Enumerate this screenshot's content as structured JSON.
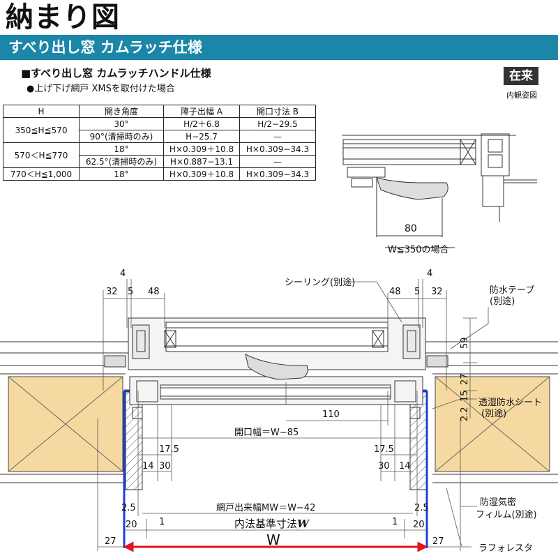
{
  "page": {
    "title": "納まり図",
    "banner": "すべり出し窓 カムラッチ仕様",
    "heading": "■すべり出し窓 カムラッチハンドル仕様",
    "subnote": "●上げ下げ網戸 XMSを取付けた場合",
    "badge": "在来",
    "badge_sub": "内観姿図"
  },
  "table": {
    "headers": [
      "H",
      "開き角度",
      "障子出幅 A",
      "開口寸法 B"
    ],
    "rows": [
      {
        "h": "350≦H≦570",
        "angle": "30°",
        "a": "H/2＋6.8",
        "b": "H/2−29.5"
      },
      {
        "h": "",
        "angle": "90°(清掃時のみ)",
        "a": "H−25.7",
        "b": "—"
      },
      {
        "h": "570＜H≦770",
        "angle": "18°",
        "a": "H×0.309＋10.8",
        "b": "H×0.309−34.3"
      },
      {
        "h": "",
        "angle": "62.5°(清掃時のみ)",
        "a": "H×0.887−13.1",
        "b": "—"
      },
      {
        "h": "770＜H≦1,000",
        "angle": "18°",
        "a": "H×0.309＋10.8",
        "b": "H×0.309−34.3"
      }
    ]
  },
  "small_view": {
    "dim": "80",
    "caption": "W≦350の場合"
  },
  "dims": {
    "top_left": {
      "d4": "4",
      "d32": "32",
      "d5": "5",
      "d48": "48"
    },
    "top_right": {
      "d4": "4",
      "d48": "48",
      "d5": "5",
      "d32": "32"
    },
    "right_vertical": {
      "d59": "59",
      "d27": "27",
      "d15": "15",
      "d2": "2.2"
    },
    "d110": "110",
    "opening_width": "開口幅＝W−85",
    "left_low": {
      "d17_5": "17.5",
      "d14": "14",
      "d30": "30"
    },
    "right_low": {
      "d17_5": "17.5",
      "d30": "30",
      "d14": "14"
    },
    "screen_width": "網戸出来幅MW＝W−42",
    "d2_5_left": "2.5",
    "d2_5_right": "2.5",
    "d20_left": "20",
    "d20_right": "20",
    "d1_left": "1",
    "d1_right": "1",
    "inner_std": "内法基準寸法",
    "inner_std_w": "W",
    "d27_left": "27",
    "d27_right": "27",
    "w": "W"
  },
  "callouts": {
    "sealing": "シーリング(別途)",
    "waterproof_tape_1": "防水テープ",
    "waterproof_tape_2": "(別途)",
    "permeable_sheet_1": "透湿防水シート",
    "permeable_sheet_2": "(別途)",
    "vapor_film_1": "防湿気密",
    "vapor_film_2": "フィルム(別途)",
    "lath": "ラフォレスタ"
  },
  "colors": {
    "banner": "#1b86a8",
    "wood": "#f6d9a0",
    "blue_line": "#1d3fd6",
    "red_arrow": "#e0161a"
  }
}
